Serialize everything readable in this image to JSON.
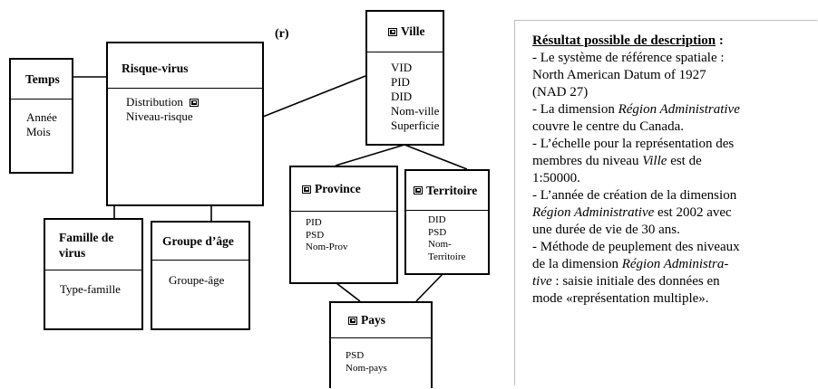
{
  "diagram": {
    "relation_label": "(r)",
    "temps": {
      "title": "Temps",
      "attributes": [
        "Année",
        "Mois"
      ]
    },
    "risque_virus": {
      "title": "Risque-virus",
      "attributes": [
        "Distribution",
        "Niveau-risque"
      ],
      "spatial_icon_attribute": "Distribution"
    },
    "ville": {
      "title": "Ville",
      "attributes": [
        "VID",
        "PID",
        "DID",
        "Nom-ville",
        "Superficie"
      ]
    },
    "province": {
      "title": "Province",
      "attributes": [
        "PID",
        "PSD",
        "Nom-Prov"
      ]
    },
    "territoire": {
      "title": "Territoire",
      "attributes": [
        "DID",
        "PSD",
        "Nom-",
        "Territoire"
      ]
    },
    "famille_virus": {
      "title_lines": [
        "Famille de",
        "virus"
      ],
      "attributes": [
        "Type-famille"
      ]
    },
    "groupe_age": {
      "title": "Groupe d’âge",
      "attributes": [
        "Groupe-âge"
      ]
    },
    "pays": {
      "title": "Pays",
      "attributes": [
        "PSD",
        "Nom-pays"
      ]
    },
    "spatial_icon": "spatial-level-icon"
  },
  "description": {
    "title": "Résultat possible de description",
    "title_suffix": " :",
    "lines": [
      [
        {
          "t": "- Le système de référence spatiale :"
        }
      ],
      [
        {
          "t": "North American Datum of 1927"
        }
      ],
      [
        {
          "t": "(NAD 27)"
        }
      ],
      [
        {
          "t": "- La dimension "
        },
        {
          "t": "Région Administrative",
          "i": true
        }
      ],
      [
        {
          "t": "couvre le centre du Canada."
        }
      ],
      [
        {
          "t": "- L’échelle pour la représentation des"
        }
      ],
      [
        {
          "t": "membres du niveau "
        },
        {
          "t": "Ville",
          "i": true
        },
        {
          "t": " est de"
        }
      ],
      [
        {
          "t": "1:50000."
        }
      ],
      [
        {
          "t": "- L’année de création de la dimension"
        }
      ],
      [
        {
          "t": "Région Administrative",
          "i": true
        },
        {
          "t": " est 2002 avec"
        }
      ],
      [
        {
          "t": "une durée de vie de 30 ans."
        }
      ],
      [
        {
          "t": "- Méthode de peuplement des niveaux"
        }
      ],
      [
        {
          "t": "de la dimension "
        },
        {
          "t": "Région Administra-",
          "i": true
        }
      ],
      [
        {
          "t": "tive",
          "i": true
        },
        {
          "t": " : saisie initiale des données en"
        }
      ],
      [
        {
          "t": "mode «représentation multiple»."
        }
      ]
    ]
  }
}
